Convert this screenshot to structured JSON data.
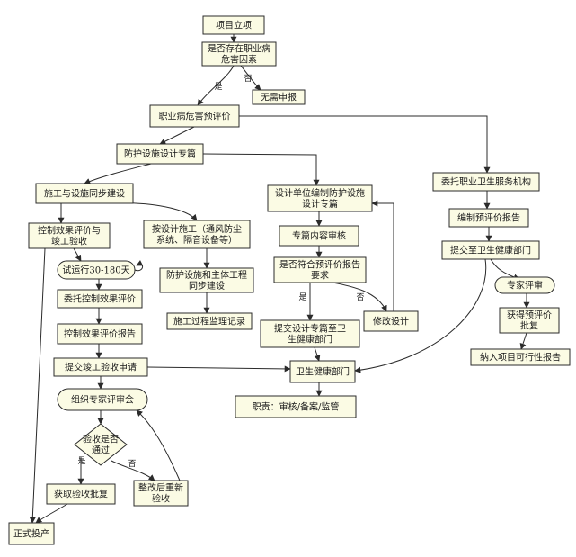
{
  "nodes": {
    "n_lixiang": "项目立项",
    "n_cunzai": "是否存在职业病\n危害因素",
    "n_wuxu": "无需申报",
    "n_yupingjia": "职业病危害预评价",
    "n_sheji": "防护设施设计专篇",
    "n_shigong": "施工与设施同步建设",
    "n_kongzhi": "控制效果评价与\n竣工验收",
    "n_anshe": "按设计施工（通风防尘\n系统、隔音设备等）",
    "n_tongbu": "防护设施和主体工程\n同步建设",
    "n_jianli": "施工过程监理记录",
    "n_shiyunxing": "试运行30-180天",
    "n_weituo_kz": "委托控制效果评价",
    "n_kz_baogao": "控制效果评价报告",
    "n_tijiao_jg": "提交竣工验收申请",
    "n_zuzhi": "组织专家评审会",
    "n_yanshou": "验收是否\n通过",
    "n_huoqu": "获取验收批复",
    "n_zhenggai": "整改后重新\n验收",
    "n_zhengshi": "正式投产",
    "n_bianzhi_sj": "设计单位编制防护设施\n设计专篇",
    "n_shenhe": "专篇内容审核",
    "n_fuhe": "是否符合预评价报告\n要求",
    "n_xiugai": "修改设计",
    "n_tijiao_sj": "提交设计专篇至卫\n生健康部门",
    "n_weisheng": "卫生健康部门",
    "n_zhize": "职责：审核/备案/监管",
    "n_weituo_fw": "委托职业卫生服务机构",
    "n_bianzhi_yp": "编制预评价报告",
    "n_tijiao_ws": "提交至卫生健康部门",
    "n_zhuanjia": "专家评审",
    "n_huode": "获得预评价\n批复",
    "n_nairu": "纳入项目可行性报告"
  },
  "edge_labels": {
    "e_yes1": "是",
    "e_no1": "否",
    "e_yes2": "是",
    "e_no2": "否",
    "e_yes3": "是",
    "e_no3": "否"
  }
}
